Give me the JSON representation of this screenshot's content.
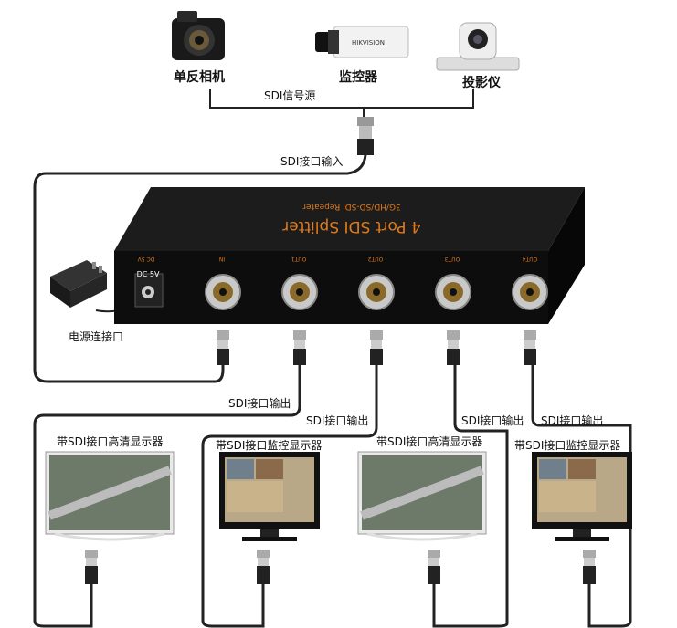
{
  "sources": [
    {
      "label": "单反相机",
      "icon": "camera-icon"
    },
    {
      "label": "监控器",
      "icon": "surveillance-camera-icon",
      "brand": "HIKVISION"
    },
    {
      "label": "投影仪",
      "icon": "ptz-camera-icon"
    }
  ],
  "source_group_label": "SDI信号源",
  "input_label": "SDI接口输入",
  "device": {
    "title": "4 Port SDI Splitter",
    "subtitle": "3G/HD/SD-SDI Repeater",
    "back_label": "DC 5V",
    "ports": [
      "IN",
      "OUT1",
      "OUT2",
      "OUT3",
      "OUT4"
    ],
    "dc_label": "DC 5V",
    "accent": "#e07a1a",
    "body_color": "#111111"
  },
  "power_label": "电源连接口",
  "output_labels": [
    "SDI接口输出",
    "SDI接口输出",
    "SDI接口输出",
    "SDI接口输出"
  ],
  "monitors": [
    {
      "label": "带SDI接口高清显示器",
      "type": "hd-display"
    },
    {
      "label": "带SDI接口监控显示器",
      "type": "surveillance-display"
    },
    {
      "label": "带SDI接口高清显示器",
      "type": "hd-display"
    },
    {
      "label": "带SDI接口监控显示器",
      "type": "surveillance-display"
    }
  ]
}
